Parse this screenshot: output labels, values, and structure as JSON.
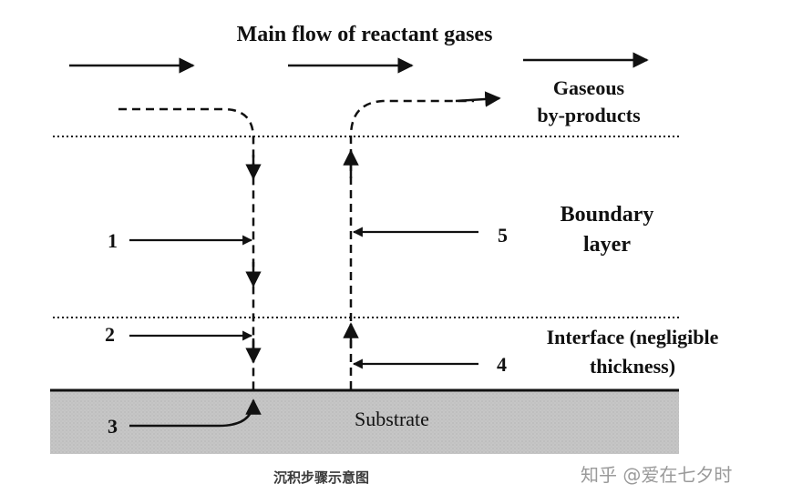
{
  "diagram": {
    "title": "Main flow of reactant gases",
    "byproducts_line1": "Gaseous",
    "byproducts_line2": "by-products",
    "boundary_line1": "Boundary",
    "boundary_line2": "layer",
    "interface_line1": "Interface (negligible",
    "interface_line2": "thickness)",
    "substrate": "Substrate",
    "step_labels": [
      "1",
      "2",
      "3",
      "4",
      "5"
    ]
  },
  "caption": "沉积步骤示意图",
  "watermark": "知乎 @爱在七夕时",
  "colors": {
    "ink": "#111111",
    "substrate_fill": "#c8c8c8",
    "background": "#ffffff"
  }
}
